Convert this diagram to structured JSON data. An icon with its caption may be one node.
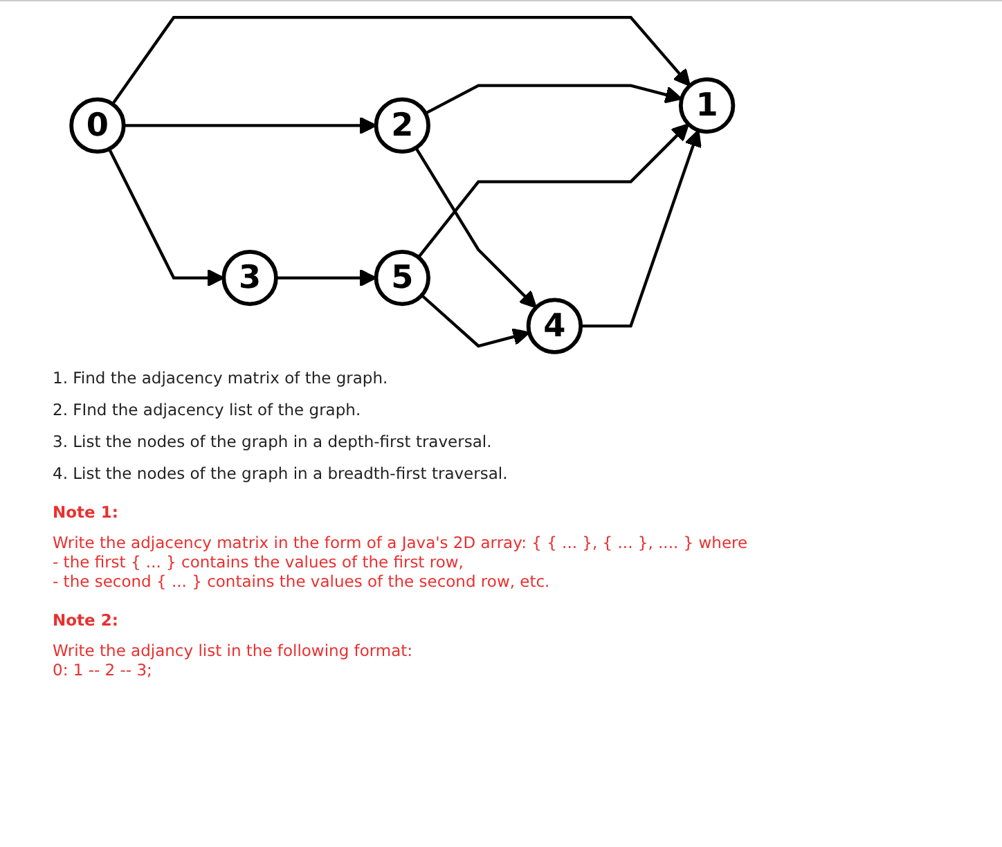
{
  "diagram": {
    "nodes": [
      {
        "text": [
          "0"
        ]
      },
      {
        "text": [
          "1"
        ]
      },
      {
        "text": [
          "2"
        ]
      },
      {
        "text": [
          "3"
        ]
      },
      {
        "text": [
          "4"
        ]
      },
      {
        "text": [
          "5"
        ]
      }
    ],
    "edges": [
      {
        "from": 0,
        "to": 1,
        "arrow": "to"
      },
      {
        "from": 0,
        "to": 2,
        "arrow": "to"
      },
      {
        "from": 0,
        "to": 3,
        "arrow": "to"
      },
      {
        "from": 2,
        "to": 1,
        "arrow": "to"
      },
      {
        "from": 2,
        "to": 4,
        "arrow": "to"
      },
      {
        "from": 3,
        "to": 5,
        "arrow": "to"
      },
      {
        "from": 5,
        "to": 1,
        "arrow": "to"
      },
      {
        "from": 5,
        "to": 4,
        "arrow": "to"
      },
      {
        "from": 4,
        "to": 1,
        "arrow": "to"
      }
    ],
    "labels": [
      "1. Find the adjacency matrix of the graph.",
      "2. FInd the adjacency list of the graph.",
      "3. List the nodes of the graph in a depth-first traversal.",
      "4. List the nodes of the graph in a breadth-first traversal.",
      "Note 1:",
      "Write the adjacency matrix in the form of a Java's 2D array: { { ... }, { ... }, .... } where",
      "- the first { ... } contains the values of the first row,",
      "- the second { ... } contains the values of the second row, etc.",
      "Note 2:",
      "Write the adjancy list in the following format:",
      "0: 1 -- 2 -- 3;"
    ]
  }
}
